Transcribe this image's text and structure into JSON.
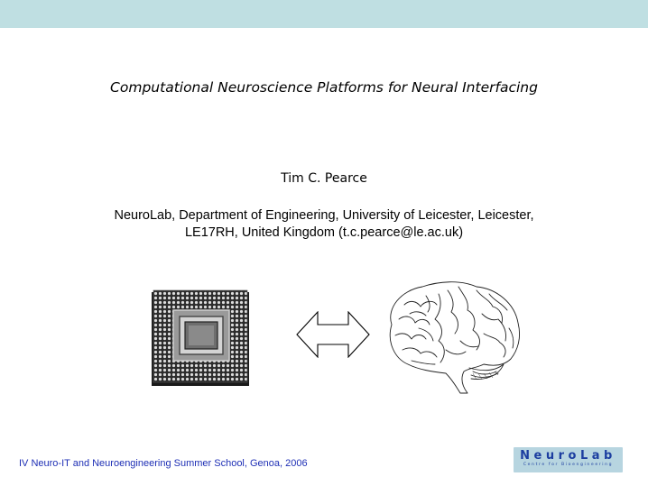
{
  "slide": {
    "title": "Computational Neuroscience Platforms for Neural Interfacing",
    "author": "Tim C. Pearce",
    "affiliation_line1": "NeuroLab, Department of Engineering, University of Leicester, Leicester,",
    "affiliation_line2": "LE17RH, United Kingdom (t.c.pearce@le.ac.uk)",
    "footer": "IV Neuro-IT and Neuroengineering Summer School, Genoa, 2006"
  },
  "logo": {
    "name": "NeuroLab",
    "subtitle": "Centre for Bioengineering"
  },
  "images": {
    "left": "microchip-image",
    "arrow": "double-headed-arrow",
    "right": "brain-sketch"
  },
  "colors": {
    "top_band": "#bfdfe2",
    "footer_text": "#1e2fb5",
    "logo_bg": "#b7d5e0",
    "logo_text": "#1c3ea0"
  }
}
